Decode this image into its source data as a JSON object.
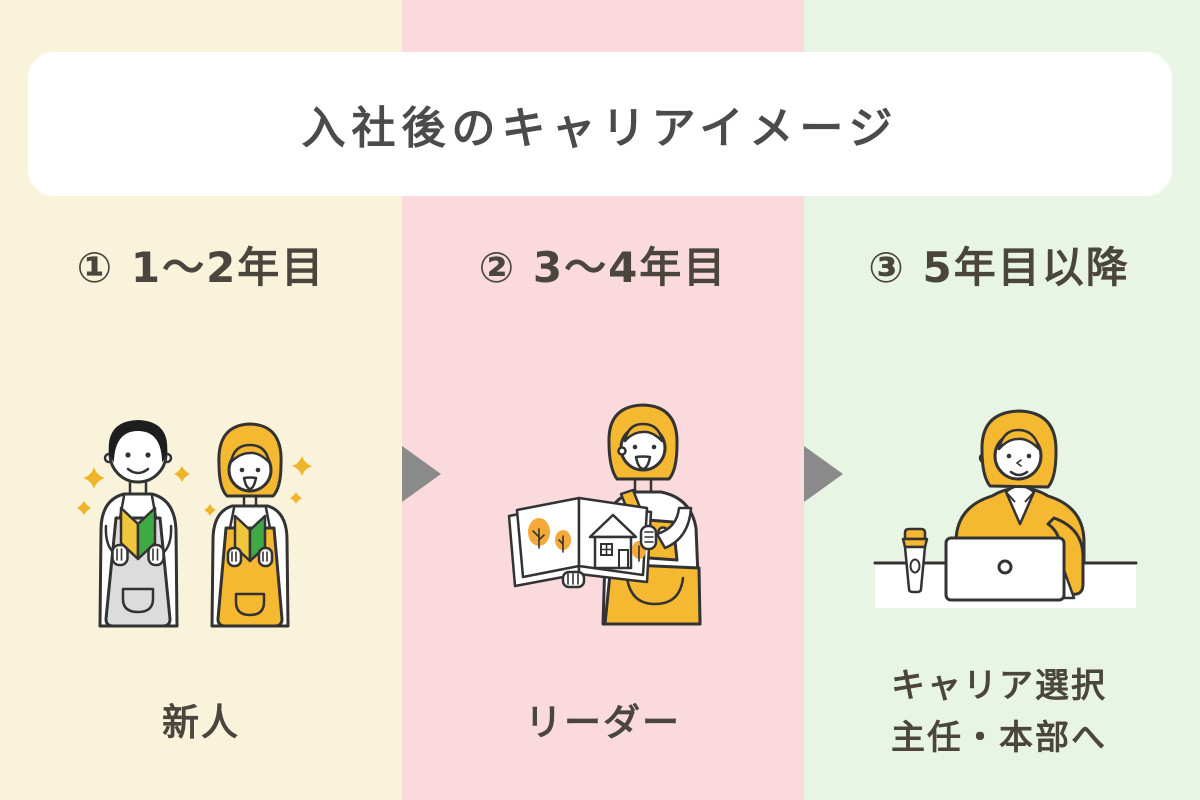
{
  "title": "入社後のキャリアイメージ",
  "stages": [
    {
      "header": "① 1〜2年目",
      "label_lines": [
        "新人"
      ],
      "illustration": "two-newcomers-holding-beginner-marks",
      "bg": "#FAF3DC"
    },
    {
      "header": "② 3〜4年目",
      "label_lines": [
        "リーダー"
      ],
      "illustration": "leader-showing-picture-book",
      "bg": "#FADADD"
    },
    {
      "header": "③ 5年目以降",
      "label_lines": [
        "キャリア選択",
        "主任・本部へ"
      ],
      "illustration": "woman-working-on-laptop-with-coffee",
      "bg": "#E9F5E4"
    }
  ],
  "colors": {
    "stage1-bg": "#FAF3DC",
    "stage2-bg": "#FADADD",
    "stage3-bg": "#E9F5E4",
    "title-box-bg": "#FFFFFF",
    "title-text": "#4B4B4B",
    "stage-text": "#4A453D",
    "arrow": "#8A8A8A",
    "accent-yellow": "#F5B831",
    "mark-yellow": "#F0C63C",
    "accent-green": "#3FA944",
    "apron-gray": "#DCDCDC",
    "sparkle": "#F0B429",
    "tree-orange": "#F5A93B"
  }
}
